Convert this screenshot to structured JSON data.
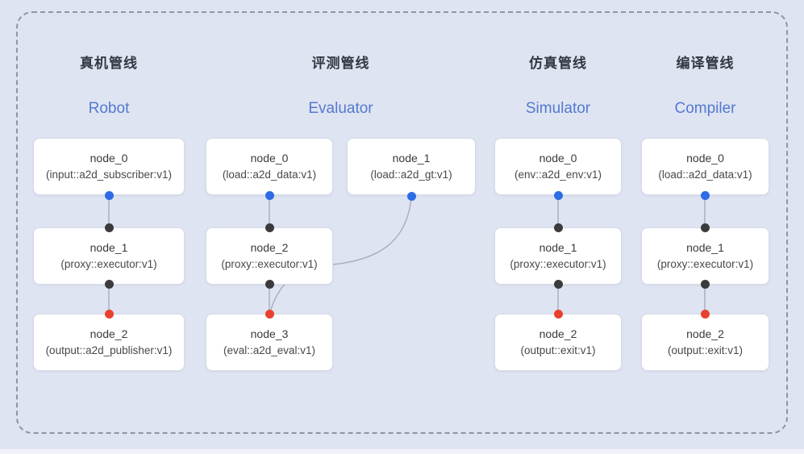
{
  "frame": {
    "style": "dashed-rounded"
  },
  "colors": {
    "background": "#dfe4f2",
    "frame_border": "#8f96a2",
    "header_en": "#5379cf",
    "port_output_blue": "#2d6ce5",
    "port_input_dark": "#3b3b3b",
    "port_input_red": "#e8422e",
    "edge_line": "#a9b1c1",
    "node_bg": "#ffffff"
  },
  "pipelines": [
    {
      "title_zh": "真机管线",
      "title_en": "Robot",
      "nodes": [
        {
          "name": "node_0",
          "type": "(input::a2d_subscriber:v1)"
        },
        {
          "name": "node_1",
          "type": "(proxy::executor:v1)"
        },
        {
          "name": "node_2",
          "type": "(output::a2d_publisher:v1)"
        }
      ]
    },
    {
      "title_zh": "评测管线",
      "title_en": "Evaluator",
      "nodes": [
        {
          "name": "node_0",
          "type": "(load::a2d_data:v1)"
        },
        {
          "name": "node_1",
          "type": "(load::a2d_gt:v1)"
        },
        {
          "name": "node_2",
          "type": "(proxy::executor:v1)"
        },
        {
          "name": "node_3",
          "type": "(eval::a2d_eval:v1)"
        }
      ]
    },
    {
      "title_zh": "仿真管线",
      "title_en": "Simulator",
      "nodes": [
        {
          "name": "node_0",
          "type": "(env::a2d_env:v1)"
        },
        {
          "name": "node_1",
          "type": "(proxy::executor:v1)"
        },
        {
          "name": "node_2",
          "type": "(output::exit:v1)"
        }
      ]
    },
    {
      "title_zh": "编译管线",
      "title_en": "Compiler",
      "nodes": [
        {
          "name": "node_0",
          "type": "(load::a2d_data:v1)"
        },
        {
          "name": "node_1",
          "type": "(proxy::executor:v1)"
        },
        {
          "name": "node_2",
          "type": "(output::exit:v1)"
        }
      ]
    }
  ]
}
